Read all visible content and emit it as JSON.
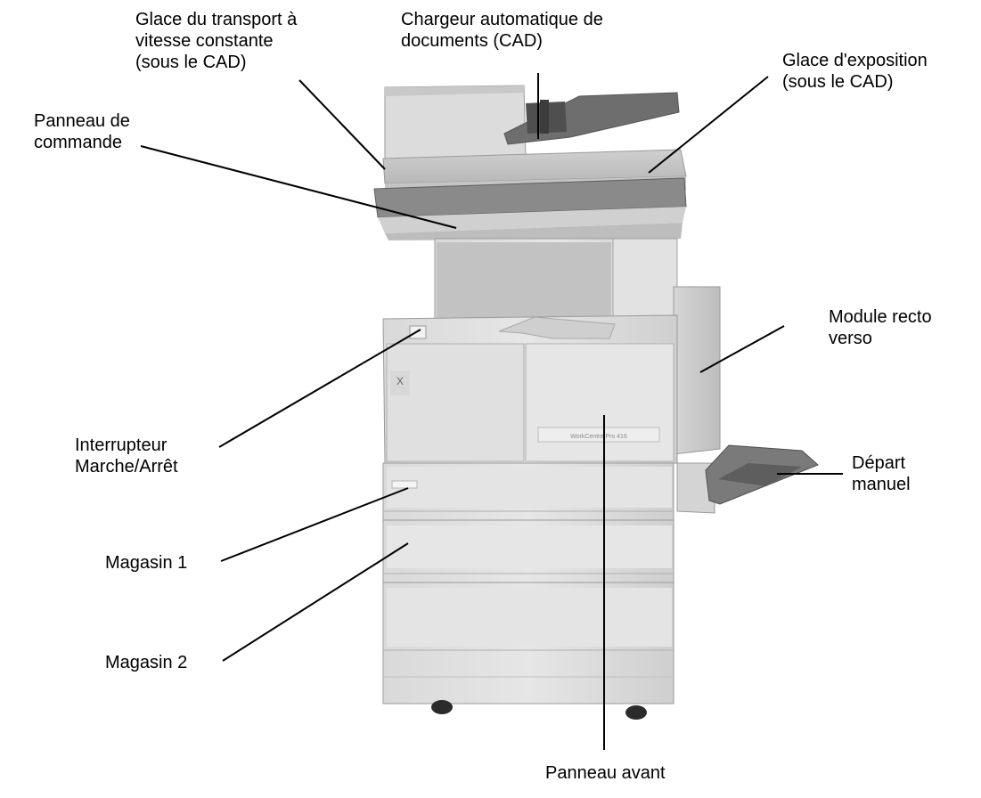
{
  "diagram": {
    "labels": {
      "glace_transport": [
        "Glace du transport à",
        "vitesse constante",
        "(sous le CAD)"
      ],
      "chargeur": [
        "Chargeur automatique de",
        "documents (CAD)"
      ],
      "glace_exposition": [
        "Glace d'exposition",
        "(sous le CAD)"
      ],
      "panneau_commande": [
        "Panneau de",
        "commande"
      ],
      "module_recto_verso": [
        "Module recto",
        "verso"
      ],
      "interrupteur": [
        "Interrupteur",
        "Marche/Arrêt"
      ],
      "depart_manuel": [
        "Départ",
        "manuel"
      ],
      "magasin_1": "Magasin 1",
      "magasin_2": "Magasin 2",
      "panneau_avant": "Panneau avant"
    },
    "machine": {
      "brand_mark": "X",
      "model_plate": "WorkCentre Pro 416"
    }
  }
}
